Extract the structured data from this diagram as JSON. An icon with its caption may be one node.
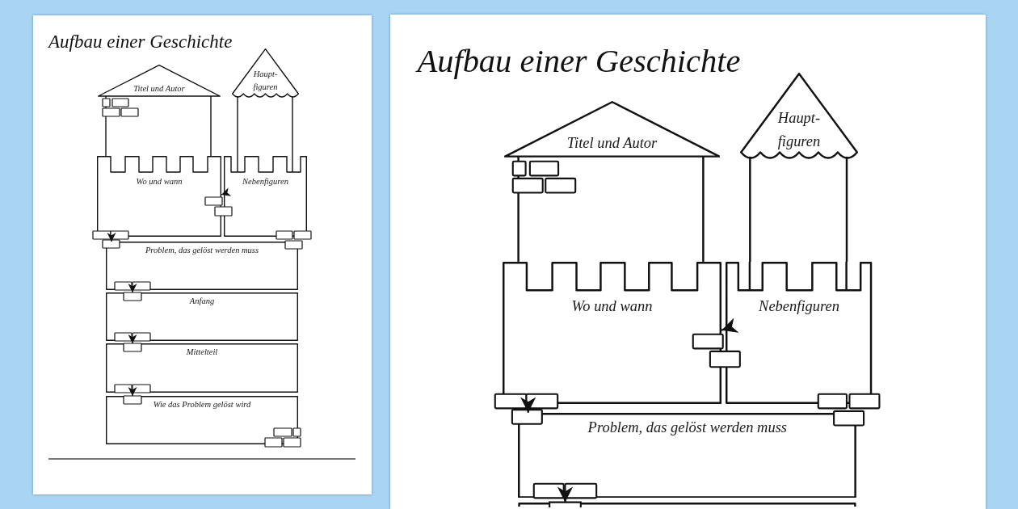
{
  "diagram": {
    "nodes": [
      {
        "text": [
          "Aufbau einer Geschichte"
        ]
      },
      {
        "text": [
          "Titel und Autor"
        ],
        "in": 0
      },
      {
        "text": [
          "Haupt- figuren"
        ],
        "in": 0
      },
      {
        "text": [
          "Wo und wann"
        ],
        "in": 0
      },
      {
        "text": [
          "Nebenfiguren"
        ],
        "in": 0
      },
      {
        "text": [
          "Problem, das gelöst werden muss"
        ],
        "in": 0
      },
      {
        "text": [
          "Anfang"
        ],
        "in": 0
      },
      {
        "text": [
          "Mittelteil"
        ],
        "in": 0
      },
      {
        "text": [
          "Wie das Problem gelöst wird"
        ],
        "in": 0
      },
      {
        "text": [
          "Aufbau einer Geschichte"
        ]
      },
      {
        "text": [
          "Titel und Autor"
        ],
        "in": 9
      },
      {
        "text": [
          "Haupt- figuren"
        ],
        "in": 9
      },
      {
        "text": [
          "Wo und wann"
        ],
        "in": 9
      },
      {
        "text": [
          "Nebenfiguren"
        ],
        "in": 9
      },
      {
        "text": [
          "Problem, das gelöst werden muss"
        ],
        "in": 9
      },
      {
        "text": [],
        "shape": "box",
        "in": 9
      }
    ],
    "edges": [
      {
        "from": 4,
        "to": 3,
        "arrow": "to"
      },
      {
        "from": 3,
        "to": 5,
        "arrow": "to"
      },
      {
        "from": 5,
        "to": 6,
        "arrow": "to"
      },
      {
        "from": 6,
        "to": 7,
        "arrow": "to"
      },
      {
        "from": 7,
        "to": 8,
        "arrow": "to"
      },
      {
        "from": 13,
        "to": 12,
        "arrow": "to"
      },
      {
        "from": 12,
        "to": 14,
        "arrow": "to"
      },
      {
        "from": 14,
        "to": 15,
        "arrow": "to"
      }
    ]
  }
}
